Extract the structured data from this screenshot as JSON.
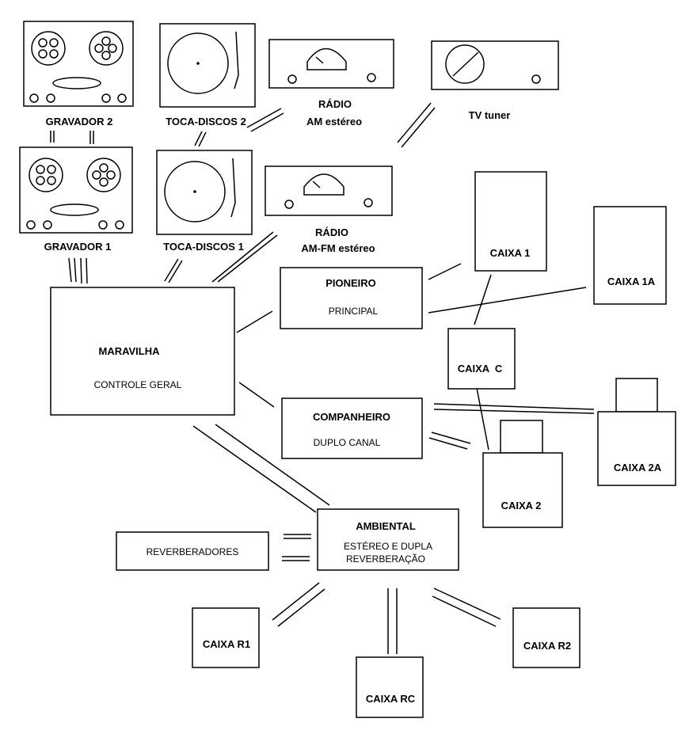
{
  "devices": {
    "gravador2": "GRAVADOR 2",
    "tocadiscos2": "TOCA-DISCOS 2",
    "radio_am": {
      "line1": "RÁDIO",
      "line2": "AM estéreo"
    },
    "tv_tuner": "TV tuner",
    "gravador1": "GRAVADOR 1",
    "tocadiscos1": "TOCA-DISCOS 1",
    "radio_amfm": {
      "line1": "RÁDIO",
      "line2": "AM-FM estéreo"
    }
  },
  "units": {
    "maravilha": {
      "title": "MARAVILHA",
      "subtitle": "CONTROLE GERAL"
    },
    "pioneiro": {
      "title": "PIONEIRO",
      "subtitle": "PRINCIPAL"
    },
    "companheiro": {
      "title": "COMPANHEIRO",
      "subtitle": "DUPLO CANAL"
    },
    "ambiental": {
      "title": "AMBIENTAL",
      "subtitle_line1": "ESTÉREO E DUPLA",
      "subtitle_line2": "REVERBERAÇÃO"
    },
    "reverberadores": "REVERBERADORES"
  },
  "speakers": {
    "caixa1": "CAIXA 1",
    "caixa1a": "CAIXA 1A",
    "caixac": "CAIXA  C",
    "caixa2": "CAIXA 2",
    "caixa2a": "CAIXA 2A",
    "caixar1": "CAIXA R1",
    "caixarc": "CAIXA RC",
    "caixar2": "CAIXA R2"
  }
}
